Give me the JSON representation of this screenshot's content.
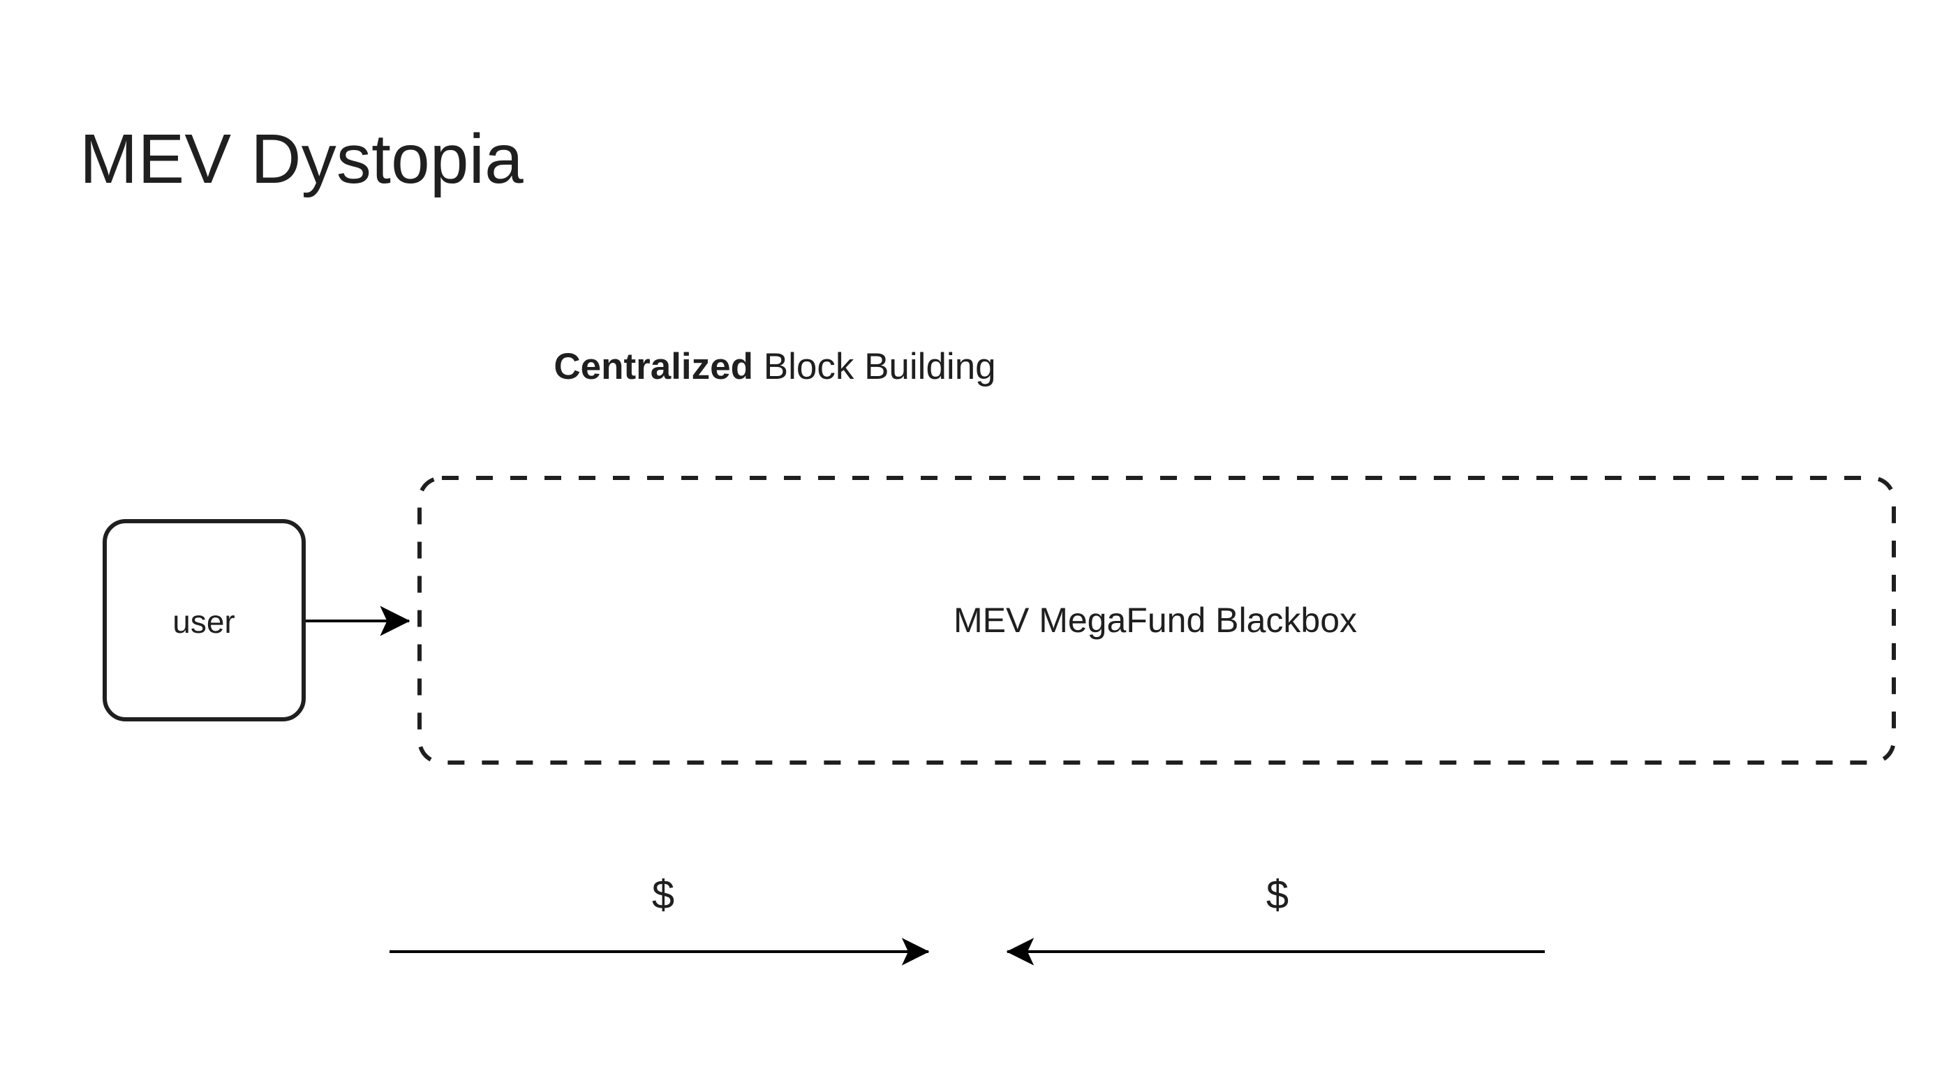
{
  "slide": {
    "title": "MEV Dystopia",
    "background_color": "#ffffff",
    "ink_color": "#1f1f1f"
  },
  "section": {
    "heading_emphasis": "Centralized",
    "heading_rest": " Block Building"
  },
  "diagram": {
    "nodes": [
      {
        "id": "user",
        "label": "user",
        "shape": "rounded-rectangle",
        "stroke": "solid",
        "stroke_color": "#1f1f1f"
      },
      {
        "id": "blackbox",
        "label": "MEV MegaFund Blackbox",
        "shape": "rounded-rectangle",
        "stroke": "dashed",
        "stroke_color": "#1f1f1f"
      }
    ],
    "edges": [
      {
        "id": "user-to-blackbox",
        "from": "user",
        "to": "blackbox",
        "label": "",
        "direction": "right",
        "arrowhead": "filled"
      },
      {
        "id": "money-outflow",
        "from": "",
        "to": "",
        "label": "$",
        "direction": "right",
        "arrowhead": "filled"
      },
      {
        "id": "money-inflow",
        "from": "",
        "to": "",
        "label": "$",
        "direction": "left",
        "arrowhead": "filled"
      }
    ]
  }
}
